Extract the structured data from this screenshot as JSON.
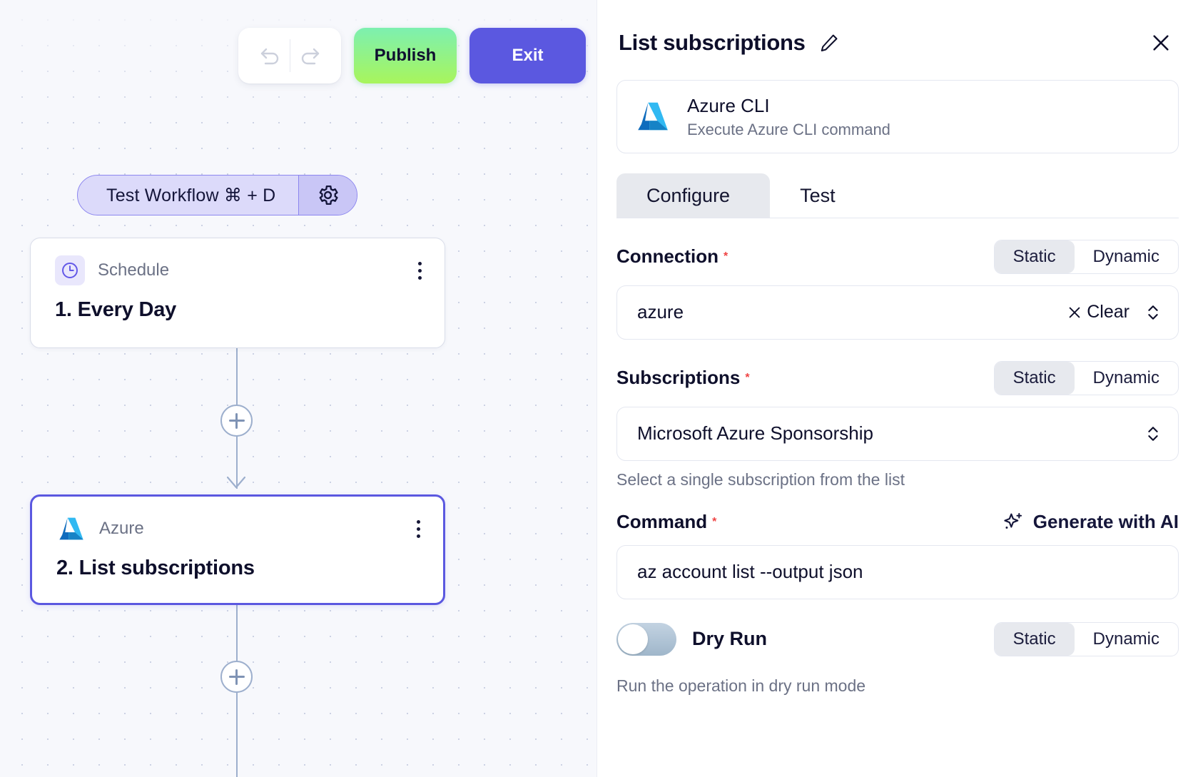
{
  "toolbar": {
    "undo_icon": "undo-arrow-icon",
    "redo_icon": "redo-arrow-icon",
    "publish_label": "Publish",
    "exit_label": "Exit",
    "publish_gradient_from": "#7df0b0",
    "publish_gradient_to": "#a8f55c",
    "exit_color": "#5b58e0"
  },
  "canvas": {
    "workflow_pill": {
      "label": "Test Workflow ⌘ + D",
      "gear_icon": "gear-icon",
      "fill": "#dcdafa",
      "border": "#8c86ef"
    },
    "nodes": [
      {
        "type": "Schedule",
        "title": "1. Every Day",
        "icon": "clock-icon",
        "selected": false
      },
      {
        "type": "Azure",
        "title": "2. List subscriptions",
        "icon": "azure-logo-icon",
        "selected": true,
        "selected_border": "#5b58e0"
      }
    ],
    "add_step_icon": "plus-icon",
    "connector_color": "#9dafcd"
  },
  "panel": {
    "title": "List subscriptions",
    "edit_icon": "pencil-icon",
    "close_icon": "close-icon",
    "integration": {
      "logo": "azure-logo-icon",
      "name": "Azure CLI",
      "description": "Execute Azure CLI command"
    },
    "tabs": [
      {
        "label": "Configure",
        "active": true
      },
      {
        "label": "Test",
        "active": false
      }
    ],
    "fields": {
      "connection": {
        "label": "Connection",
        "required_marker": "*",
        "mode_static": "Static",
        "mode_dynamic": "Dynamic",
        "active_mode": "Static",
        "value": "azure",
        "clear_label": "Clear",
        "clear_icon": "x-icon",
        "stepper_icon": "chevron-updown-icon"
      },
      "subscriptions": {
        "label": "Subscriptions",
        "required_marker": "*",
        "mode_static": "Static",
        "mode_dynamic": "Dynamic",
        "active_mode": "Static",
        "value": "Microsoft Azure Sponsorship",
        "helper": "Select a single subscription from the list",
        "stepper_icon": "chevron-updown-icon"
      },
      "command": {
        "label": "Command",
        "required_marker": "*",
        "ai_label": "Generate with AI",
        "ai_icon": "sparkle-icon",
        "value": "az account list --output json"
      },
      "dry_run": {
        "label": "Dry Run",
        "enabled": false,
        "mode_static": "Static",
        "mode_dynamic": "Dynamic",
        "active_mode": "Static",
        "helper": "Run the operation in dry run mode"
      }
    }
  }
}
